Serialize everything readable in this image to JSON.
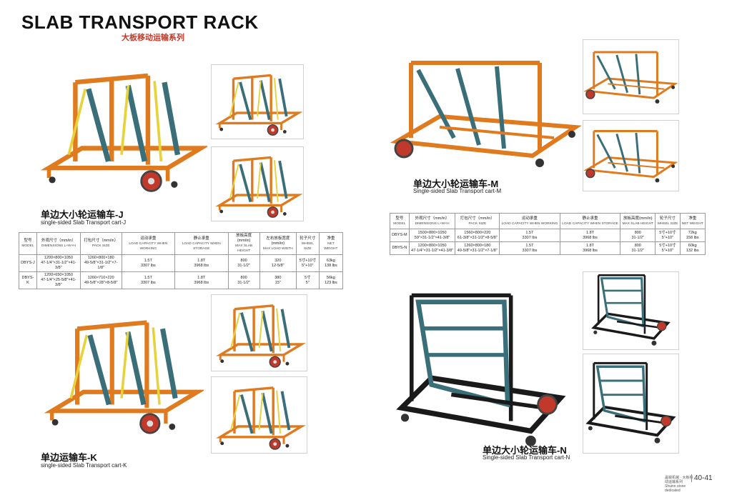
{
  "header": {
    "title_en": "SLAB TRANSPORT RACK",
    "title_cn": "大板移动运输系列"
  },
  "products": {
    "J": {
      "name_cn": "单边大小轮运输车-J",
      "name_en": "single-sided Slab Transport cart-J"
    },
    "K": {
      "name_cn": "单边运输车-K",
      "name_en": "single-sided Slab Transport cart-K"
    },
    "M": {
      "name_cn": "单边大小轮运输车-M",
      "name_en": "Single-sided Slab Transport cart-M"
    },
    "N": {
      "name_cn": "单边大小轮运输车-N",
      "name_en": "Single-sided Slab Transport cart-N"
    }
  },
  "table_left": {
    "headers": [
      {
        "cn": "型号",
        "en": "MODEL"
      },
      {
        "cn": "外观尺寸（mm/in）",
        "en": "DIMENSIONS L×W×H"
      },
      {
        "cn": "打包尺寸（mm/in）",
        "en": "PACK SIZE"
      },
      {
        "cn": "运动承重",
        "en": "LOAD CAPACITY WHEN WORKING"
      },
      {
        "cn": "静止承重",
        "en": "LOAD CAPACITY WHEN STORAGE"
      },
      {
        "cn": "放板高度(mm/in)",
        "en": "MAX SLAB HEIGHT"
      },
      {
        "cn": "左右放板宽度(mm/in)",
        "en": "MAX LOAD WIDTH"
      },
      {
        "cn": "轮子尺寸",
        "en": "WHEEL SIZE"
      },
      {
        "cn": "净重",
        "en": "NET WEIGHT"
      }
    ],
    "rows": [
      [
        [
          "DBYS-J",
          ""
        ],
        [
          "1200×800×1050",
          "47-1/4\"×31-1/2\"×41-3/8\""
        ],
        [
          "1260×800×180",
          "49-5/8\"×31-1/2\"×7-1/8\""
        ],
        [
          "1.5T",
          "3307 lbs"
        ],
        [
          "1.8T",
          "3968 lbs"
        ],
        [
          "800",
          "31-1/2\""
        ],
        [
          "320",
          "12-5/8\""
        ],
        [
          "5寸+10寸",
          "5\"+10\""
        ],
        [
          "63kg",
          "138 lbs"
        ]
      ],
      [
        [
          "DBYS-K",
          ""
        ],
        [
          "1200×650×1050",
          "47-1/4\"×25-5/8\"×41-3/8\""
        ],
        [
          "1260×710×220",
          "49-5/8\"×28\"×8-5/8\""
        ],
        [
          "1.5T",
          "3307 lbs"
        ],
        [
          "1.8T",
          "3968 lbs"
        ],
        [
          "800",
          "31-1/2\""
        ],
        [
          "380",
          "15\""
        ],
        [
          "5寸",
          "5\""
        ],
        [
          "56kg",
          "123 lbs"
        ]
      ]
    ]
  },
  "table_right": {
    "headers": [
      {
        "cn": "型号",
        "en": "MODEL"
      },
      {
        "cn": "外观尺寸（mm/in）",
        "en": "DIMENSIONS L×W×H"
      },
      {
        "cn": "打包尺寸（mm/in）",
        "en": "PACK SIZE"
      },
      {
        "cn": "运动承重",
        "en": "LOAD CAPACITY WHEN WORKING"
      },
      {
        "cn": "静止承重",
        "en": "LOAD CAPACITY WHEN STORAGE"
      },
      {
        "cn": "放板高度(mm/in)",
        "en": "MAX SLAB HEIGHT"
      },
      {
        "cn": "轮子尺寸",
        "en": "WHEEL SIZE"
      },
      {
        "cn": "净重",
        "en": "NET WEIGHT"
      }
    ],
    "rows": [
      [
        [
          "DBYS-M",
          ""
        ],
        [
          "1500×800×1050",
          "59\"×31-1/2\"×41-3/8\""
        ],
        [
          "1560×800×220",
          "61-3/8\"×31-1/2\"×8-5/8\""
        ],
        [
          "1.5T",
          "3307 lbs"
        ],
        [
          "1.8T",
          "3968 lbs"
        ],
        [
          "800",
          "31-1/2\""
        ],
        [
          "5寸+10寸",
          "5\"+10\""
        ],
        [
          "72kg",
          "158 lbs"
        ]
      ],
      [
        [
          "DBYS-N",
          ""
        ],
        [
          "1200×800×1050",
          "47-1/4\"×31-1/2\"×41-3/8\""
        ],
        [
          "1260×800×180",
          "49-5/8\"×31-1/2\"×7-1/8\""
        ],
        [
          "1.5T",
          "3307 lbs"
        ],
        [
          "1.8T",
          "3968 lbs"
        ],
        [
          "800",
          "31-1/2\""
        ],
        [
          "5寸+10寸",
          "5\"+10\""
        ],
        [
          "60kg",
          "132 lbs"
        ]
      ]
    ]
  },
  "footer": {
    "text": "晶锐机械 · 大板移动运输系列 Shuinn stone dedicated",
    "pages": "40-41"
  },
  "colors": {
    "orange": "#e07a1f",
    "teal": "#3a6f7a",
    "black": "#1a1a1a",
    "red_wheel": "#c0392b"
  }
}
